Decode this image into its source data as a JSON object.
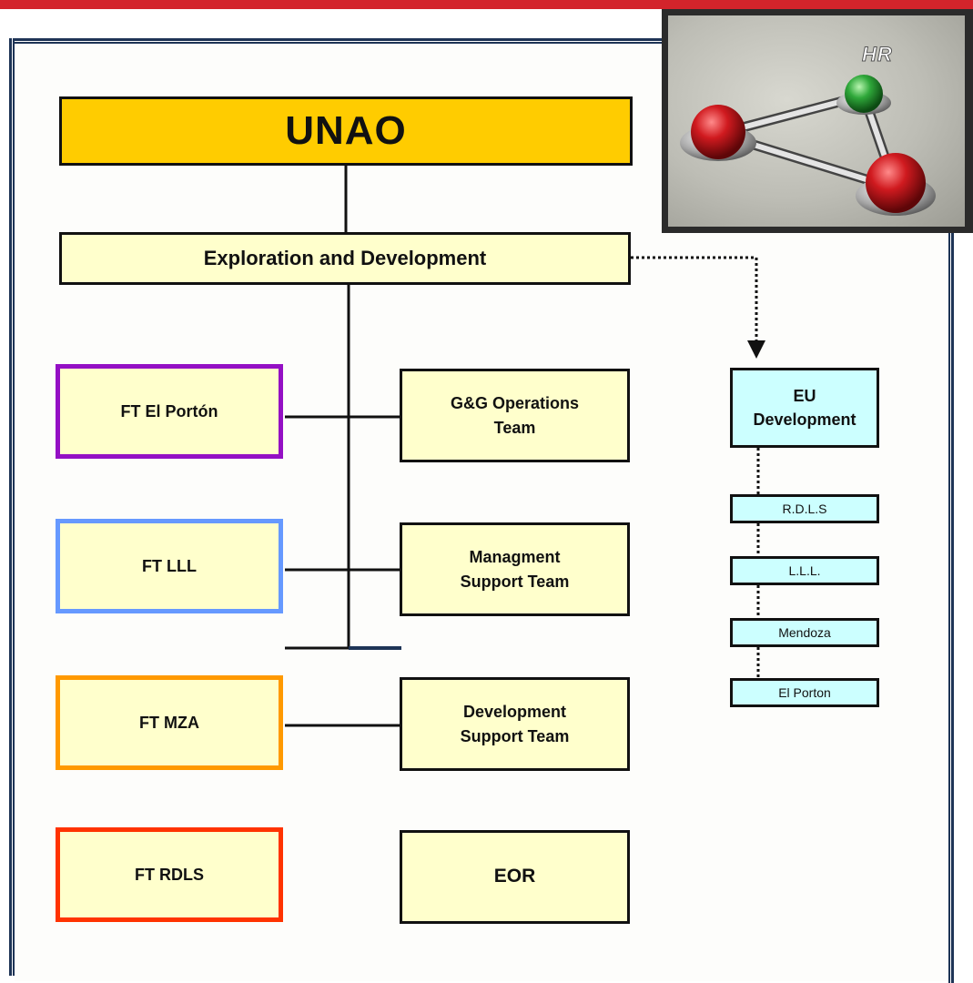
{
  "diagram": {
    "root": "UNAO",
    "division": "Exploration and Development",
    "functional_teams": [
      {
        "label": "FT El Portón",
        "border_color": "#9410c4"
      },
      {
        "label": "FT LLL",
        "border_color": "#6699ff"
      },
      {
        "label": "FT MZA",
        "border_color": "#ff9900"
      },
      {
        "label": "FT RDLS",
        "border_color": "#ff3300"
      }
    ],
    "support_teams": [
      {
        "label": "G&G Operations\nTeam"
      },
      {
        "label": "Managment\nSupport Team"
      },
      {
        "label": "Development\nSupport Team"
      },
      {
        "label": "EOR"
      }
    ],
    "eu": {
      "label": "EU\nDevelopment",
      "children": [
        "R.D.L.S",
        "L.L.L.",
        "Mendoza",
        "El Porton"
      ]
    }
  },
  "photo": {
    "label": "HR",
    "sphere_colors": {
      "top": "#2fa83a",
      "left": "#c8161b",
      "right": "#c8161b"
    }
  },
  "colors": {
    "accent_bar": "#d3242b",
    "frame": "#1e3456",
    "root_fill": "#ffcc00",
    "box_fill": "#ffffcc",
    "eu_fill": "#ccffff"
  }
}
